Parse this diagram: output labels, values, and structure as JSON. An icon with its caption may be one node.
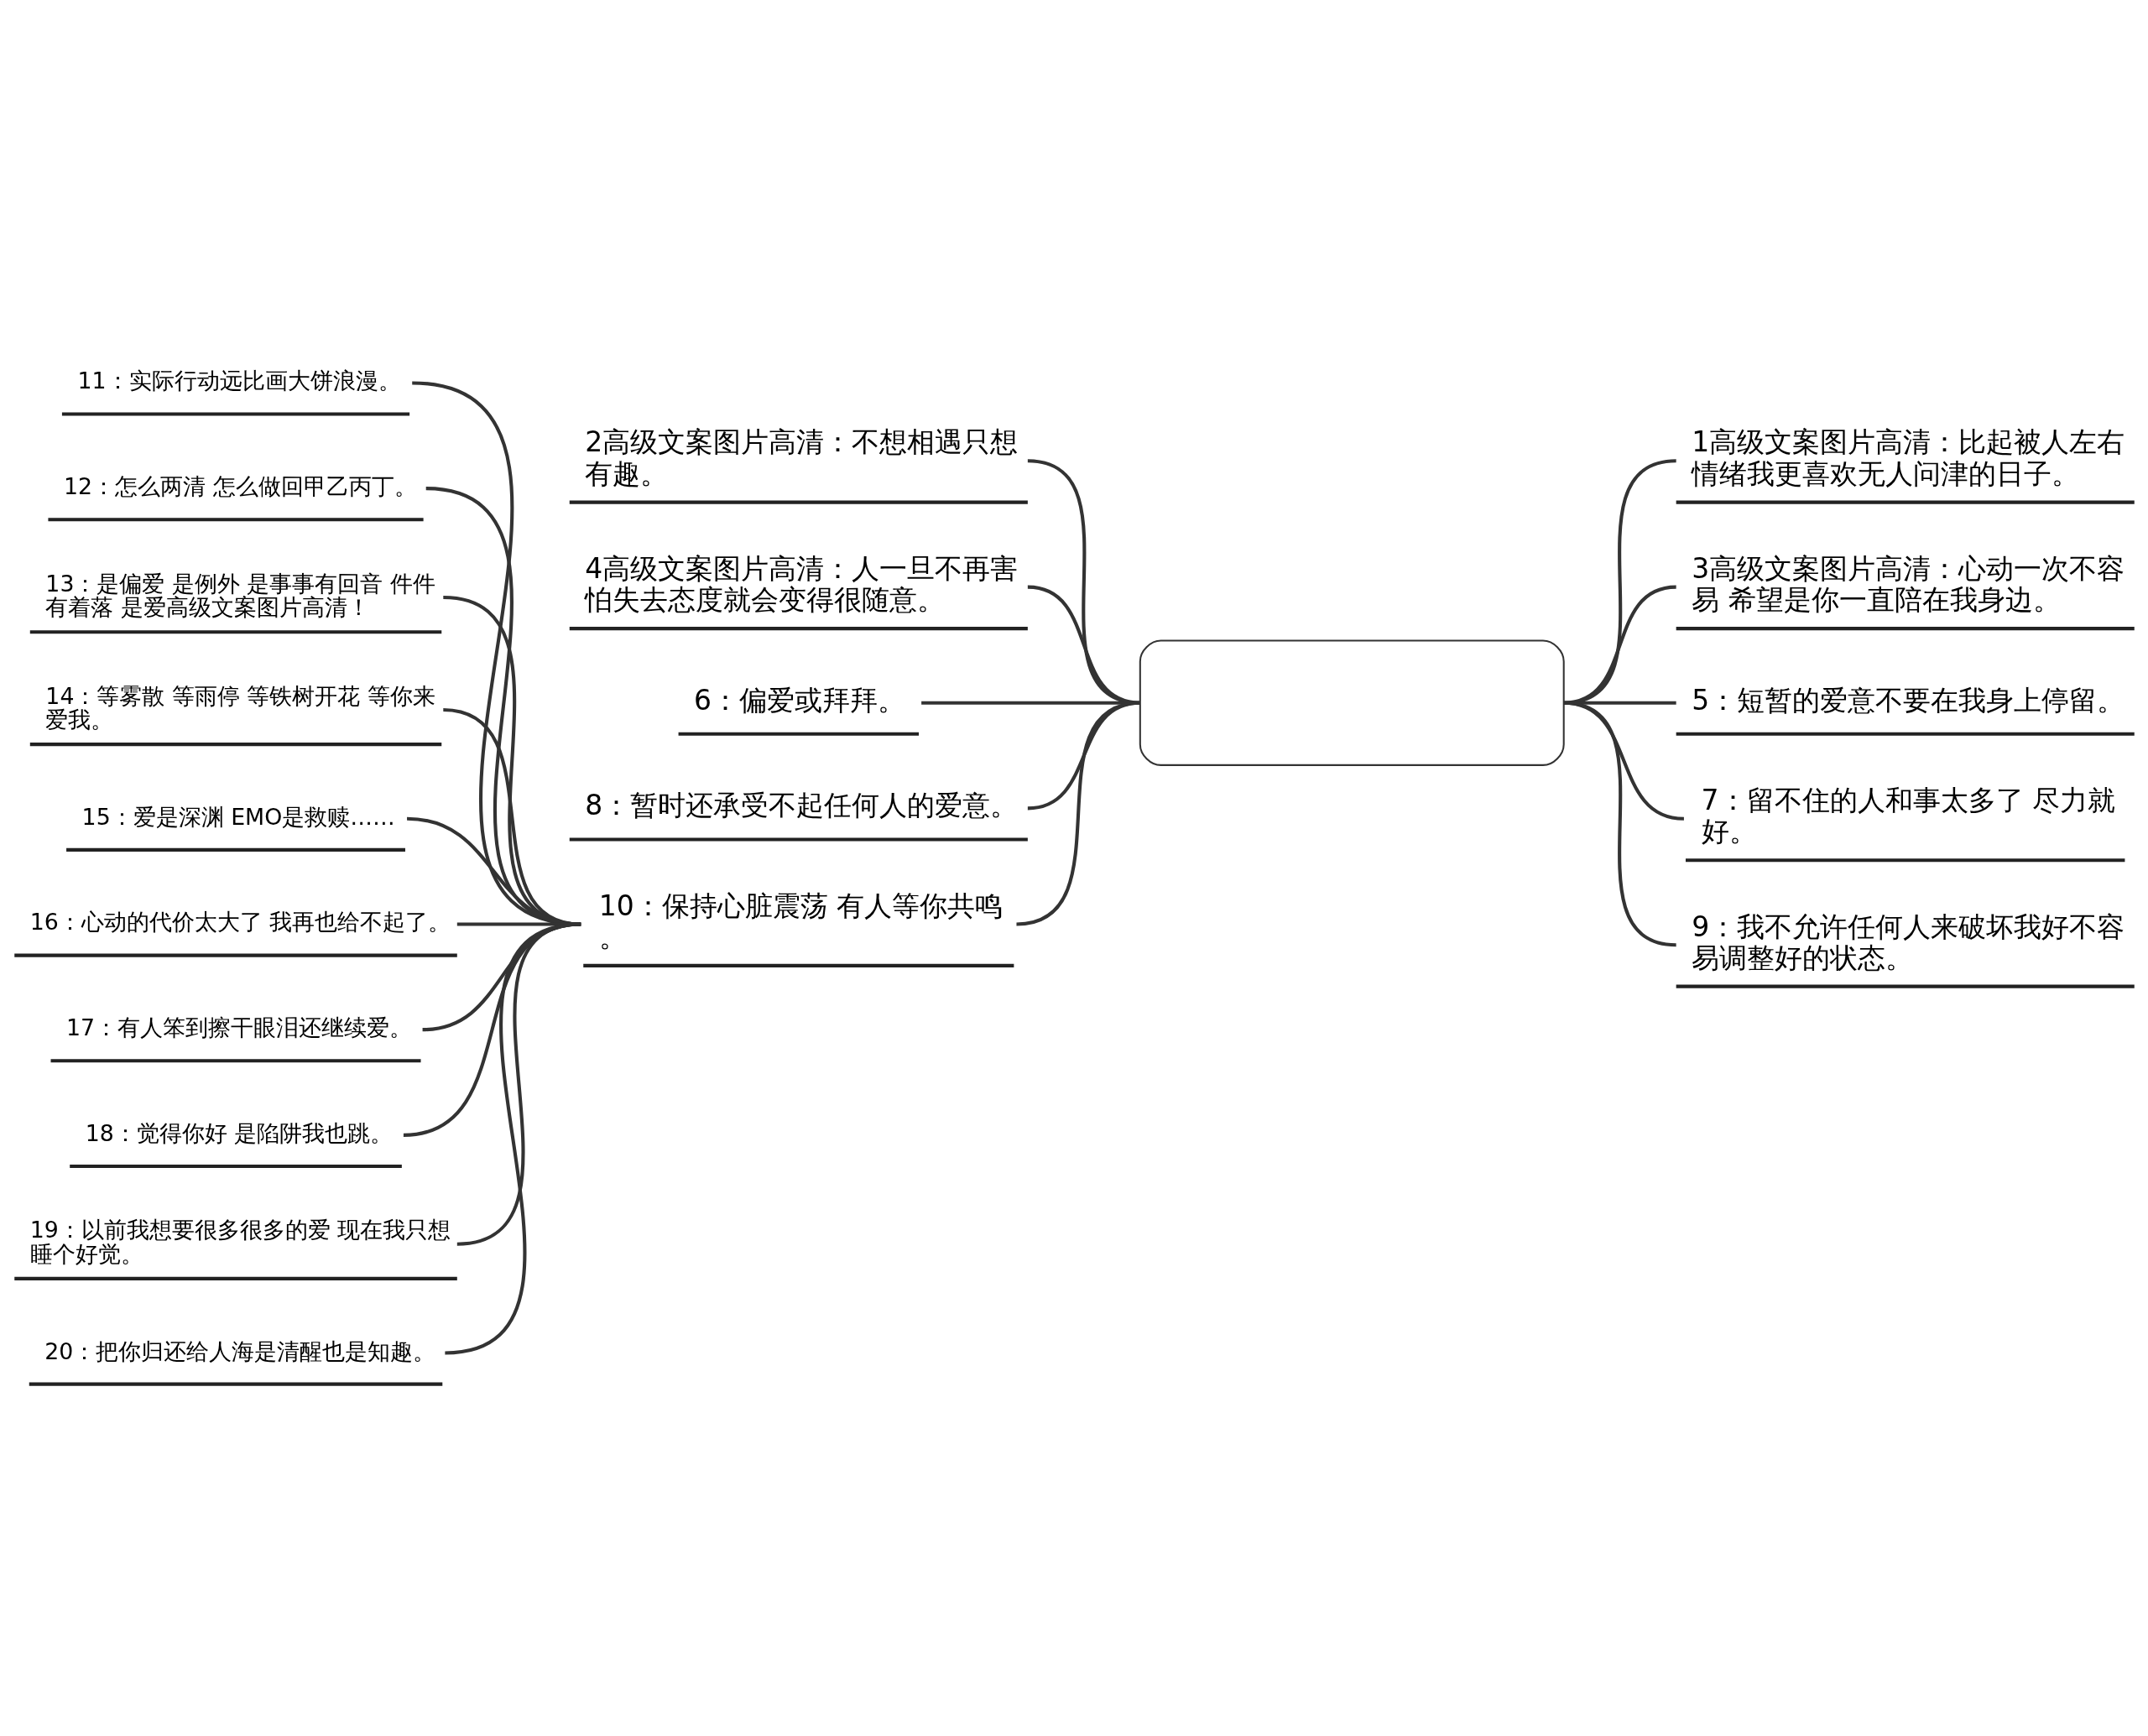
{
  "diagram": {
    "nodes": [
      {
        "text": [],
        "shape": "box"
      },
      {
        "text": [
          "1高级文案图片高清：比起被人左右情绪我更喜欢无人问津的日子。"
        ]
      },
      {
        "text": [
          "2高级文案图片高清：不想相遇只想有趣。"
        ]
      },
      {
        "text": [
          "3高级文案图片高清：心动一次不容易 希望是你一直陪在我身边。"
        ]
      },
      {
        "text": [
          "4高级文案图片高清：人一旦不再害怕失去态度就会变得很随意。"
        ]
      },
      {
        "text": [
          "5：短暂的爱意不要在我身上停留。"
        ]
      },
      {
        "text": [
          "6：偏爱或拜拜。"
        ]
      },
      {
        "text": [
          "7：留不住的人和事太多了 尽力就好。"
        ]
      },
      {
        "text": [
          "8：暂时还承受不起任何人的爱意。"
        ]
      },
      {
        "text": [
          "9：我不允许任何人来破坏我好不容易调整好的状态。"
        ]
      },
      {
        "text": [
          "10：保持心脏震荡 有人等你共鸣。"
        ]
      },
      {
        "text": [
          "11：实际行动远比画大饼浪漫。"
        ]
      },
      {
        "text": [
          "12：怎么两清 怎么做回甲乙丙丁。"
        ]
      },
      {
        "text": [
          "13：是偏爱 是例外 是事事有回音 件件有着落 是爱高级文案图片高清！"
        ]
      },
      {
        "text": [
          "14：等雾散 等雨停 等铁树开花 等你来爱我。"
        ]
      },
      {
        "text": [
          "15：爱是深渊 EMO是救赎……"
        ]
      },
      {
        "text": [
          "16：心动的代价太大了 我再也给不起了。"
        ]
      },
      {
        "text": [
          "17：有人笨到擦干眼泪还继续爱。"
        ]
      },
      {
        "text": [
          "18：觉得你好 是陷阱我也跳。"
        ]
      },
      {
        "text": [
          "19：以前我想要很多很多的爱 现在我只想睡个好觉。"
        ]
      },
      {
        "text": [
          "20：把你归还给人海是清醒也是知趣。"
        ]
      }
    ],
    "edges": [
      {
        "from": 0,
        "to": 2,
        "arrow": "none"
      },
      {
        "from": 0,
        "to": 4,
        "arrow": "none"
      },
      {
        "from": 0,
        "to": 6,
        "arrow": "none"
      },
      {
        "from": 0,
        "to": 8,
        "arrow": "none"
      },
      {
        "from": 0,
        "to": 10,
        "arrow": "none"
      },
      {
        "from": 0,
        "to": 1,
        "arrow": "none"
      },
      {
        "from": 0,
        "to": 3,
        "arrow": "none"
      },
      {
        "from": 0,
        "to": 5,
        "arrow": "none"
      },
      {
        "from": 0,
        "to": 7,
        "arrow": "none"
      },
      {
        "from": 0,
        "to": 9,
        "arrow": "none"
      },
      {
        "from": 10,
        "to": 11,
        "arrow": "none"
      },
      {
        "from": 10,
        "to": 12,
        "arrow": "none"
      },
      {
        "from": 10,
        "to": 13,
        "arrow": "none"
      },
      {
        "from": 10,
        "to": 14,
        "arrow": "none"
      },
      {
        "from": 10,
        "to": 15,
        "arrow": "none"
      },
      {
        "from": 10,
        "to": 16,
        "arrow": "none"
      },
      {
        "from": 10,
        "to": 17,
        "arrow": "none"
      },
      {
        "from": 10,
        "to": 18,
        "arrow": "none"
      },
      {
        "from": 10,
        "to": 19,
        "arrow": "none"
      },
      {
        "from": 10,
        "to": 20,
        "arrow": "none"
      }
    ]
  }
}
